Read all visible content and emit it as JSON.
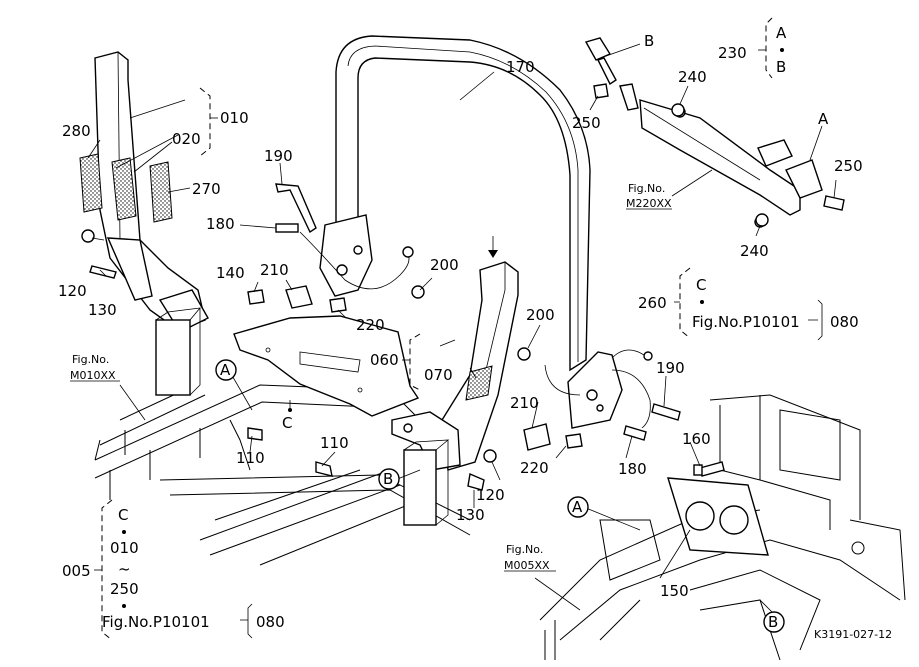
{
  "diagram": {
    "drawing_number": "K3191-027-12",
    "part_labels": {
      "p005": "005",
      "p010": "010",
      "p010b": "010",
      "p020": "020",
      "p060": "060",
      "p070": "070",
      "p080a": "080",
      "p080b": "080",
      "p110a": "110",
      "p110b": "110",
      "p120a": "120",
      "p120b": "120",
      "p130a": "130",
      "p130b": "130",
      "p140": "140",
      "p150": "150",
      "p160": "160",
      "p170": "170",
      "p180a": "180",
      "p180b": "180",
      "p190a": "190",
      "p190b": "190",
      "p200a": "200",
      "p200b": "200",
      "p210a": "210",
      "p210b": "210",
      "p220a": "220",
      "p220b": "220",
      "p230": "230",
      "p240a": "240",
      "p240b": "240",
      "p250a": "250",
      "p250b": "250",
      "p250c": "250",
      "p260": "260",
      "p270": "270",
      "p280": "280"
    },
    "letters": {
      "A_seat": "A",
      "B_seat": "B",
      "A_230": "A",
      "B_230": "B",
      "C_260": "C",
      "C_plate": "C",
      "C_005": "C",
      "A_circle_left": "A",
      "B_circle_mid": "B",
      "A_circle_right": "A",
      "B_circle_right": "B"
    },
    "figure_refs": {
      "m220_title": "Fig.No.",
      "m220_code": "M220XX",
      "m010_title": "Fig.No.",
      "m010_code": "M010XX",
      "m005_title": "Fig.No.",
      "m005_code": "M005XX",
      "p10101_a": "Fig.No.P10101",
      "p10101_b": "Fig.No.P10101"
    },
    "range_tilde": "~"
  }
}
